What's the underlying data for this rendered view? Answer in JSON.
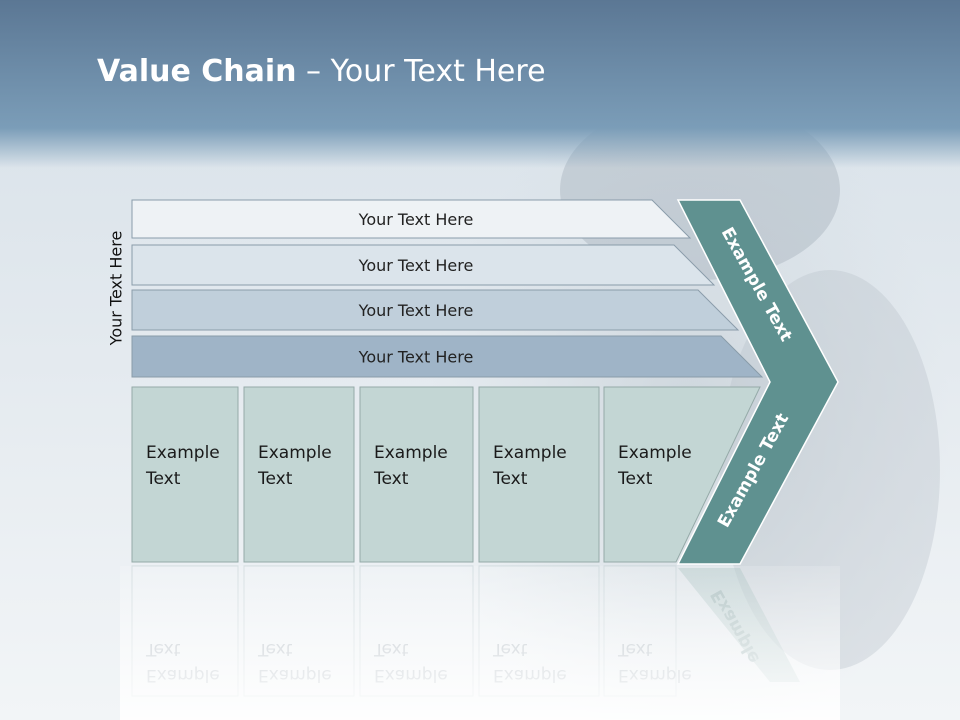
{
  "slide": {
    "title_bold": "Value Chain",
    "title_rest": " – Your Text Here",
    "side_label": "Your Text Here"
  },
  "bands": [
    {
      "label": "Your Text Here",
      "fill": "#eef2f5"
    },
    {
      "label": "Your Text Here",
      "fill": "#dbe4eb"
    },
    {
      "label": "Your Text Here",
      "fill": "#c0cfdb"
    },
    {
      "label": "Your Text Here",
      "fill": "#9fb4c7"
    }
  ],
  "boxes": [
    {
      "line1": "Example",
      "line2": "Text"
    },
    {
      "line1": "Example",
      "line2": "Text"
    },
    {
      "line1": "Example",
      "line2": "Text"
    },
    {
      "line1": "Example",
      "line2": "Text"
    },
    {
      "line1": "Example",
      "line2": "Text"
    }
  ],
  "chevron": {
    "upper_label": "Example Text",
    "lower_label": "Example Text",
    "fill": "#5f9190"
  },
  "colors": {
    "header": "#6f8fab",
    "box_fill": "#c3d6d4",
    "box_border": "#95aaa8"
  }
}
